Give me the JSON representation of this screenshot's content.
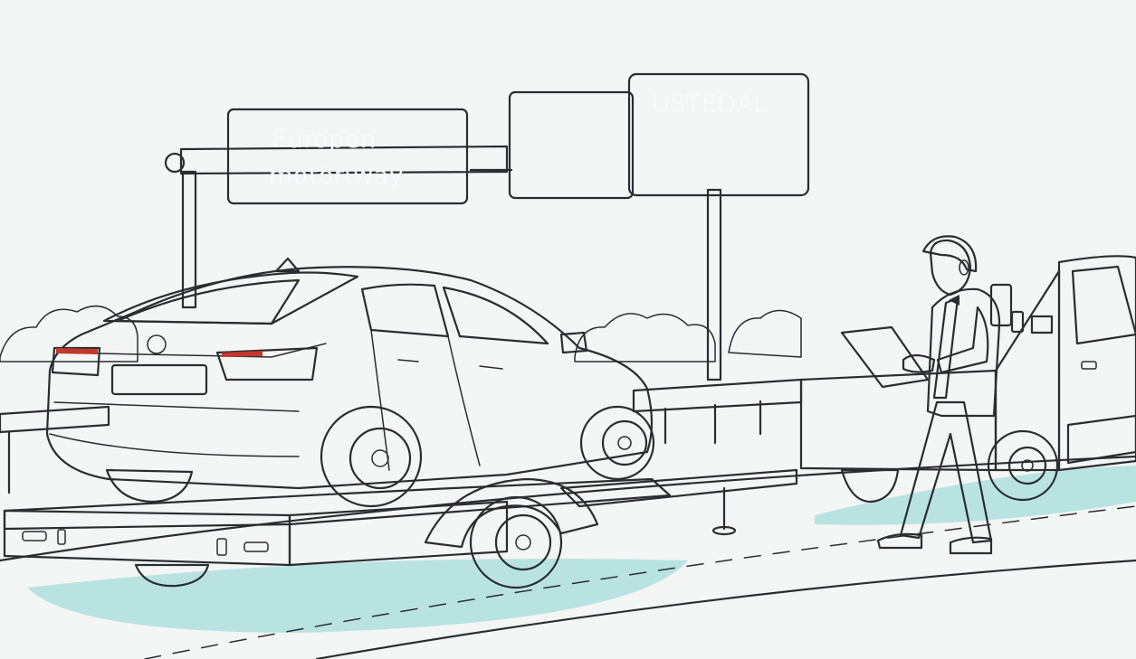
{
  "signs": {
    "left": {
      "line1": "Europen",
      "line2": "motörιway"
    },
    "right": {
      "text": "USTEDAL"
    }
  },
  "colors": {
    "background": "#f4f5f5",
    "teal": "#5bbfbf",
    "teal_light": "#b9e3e1",
    "ink": "#2a2d31",
    "white": "#ffffff"
  }
}
